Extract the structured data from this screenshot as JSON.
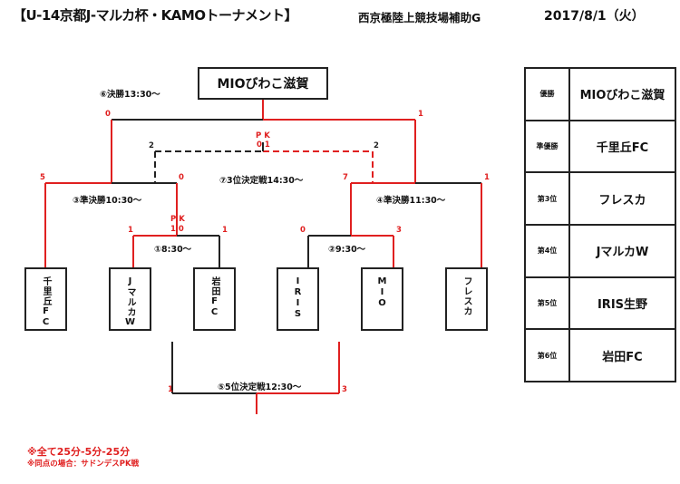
{
  "header": {
    "title": "【U-14京都J-マルカ杯・KAMOトーナメント】",
    "venue": "西京極陸上競技場補助G",
    "date": "2017/8/1（火）"
  },
  "champion": "MIOびわこ滋賀",
  "matches": {
    "final": "⑥決勝13:30～",
    "third": "⑦3位決定戦14:30～",
    "semi1": "③準決勝10:30～",
    "semi2": "④準決勝11:30～",
    "m1": "①8:30～",
    "m2": "②9:30～",
    "fifth": "⑤5位決定戦12:30～"
  },
  "scores": {
    "final_left": "0",
    "final_right": "1",
    "third_left": "2",
    "third_right": "2",
    "third_pk_label": "P K",
    "third_pk": "0 1",
    "semi1_left": "5",
    "semi1_right": "0",
    "semi2_left": "7",
    "semi2_right": "1",
    "m1_left": "1",
    "m1_right": "1",
    "m1_pk_label": "P K",
    "m1_pk": "1 0",
    "m2_left": "0",
    "m2_right": "3",
    "fifth_left": "1",
    "fifth_right": "3"
  },
  "teams": [
    "千里丘FC",
    "JマルカW",
    "岩田FC",
    "IRIS",
    "MIO",
    "フレスカ"
  ],
  "standings": [
    {
      "rank": "優勝",
      "team": "MIOびわこ滋賀"
    },
    {
      "rank": "準優勝",
      "team": "千里丘FC"
    },
    {
      "rank": "第3位",
      "team": "フレスカ"
    },
    {
      "rank": "第4位",
      "team": "JマルカW"
    },
    {
      "rank": "第5位",
      "team": "IRIS生野"
    },
    {
      "rank": "第6位",
      "team": "岩田FC"
    }
  ],
  "notes": [
    "※全て25分-5分-25分",
    "※同点の場合：サドンデスPK戦"
  ],
  "colors": {
    "win": "#e02020",
    "loss": "#222222"
  }
}
